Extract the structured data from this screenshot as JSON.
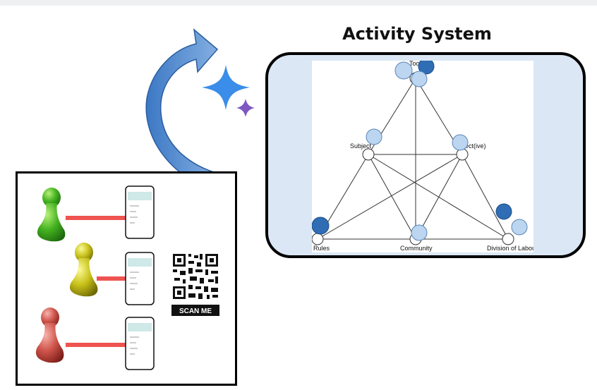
{
  "title": "Activity System",
  "nodes": {
    "tools": "Tools",
    "subject": "Subject",
    "object": "Object(ive)",
    "rules": "Rules",
    "community": "Community",
    "division": "Division of Labour"
  },
  "qr": {
    "label": "SCAN ME"
  },
  "colors": {
    "light_blue": "#bcd5f0",
    "dark_blue": "#2f6db5",
    "panel_bg": "#dbe7f4",
    "arrow": "#ef5350"
  },
  "players": [
    "green",
    "yellow",
    "red"
  ]
}
